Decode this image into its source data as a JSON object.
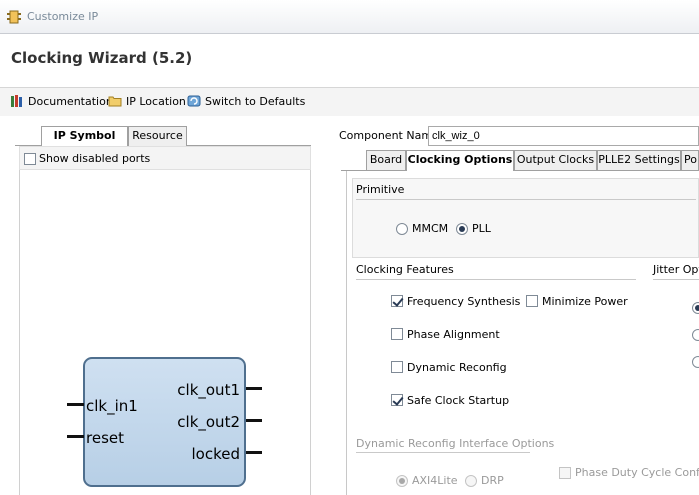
{
  "window": {
    "title": "Customize IP"
  },
  "wizard": {
    "title": "Clocking Wizard (5.2)"
  },
  "toolbar": {
    "documentation": "Documentation",
    "ip_location": "IP Location",
    "switch_defaults": "Switch to Defaults"
  },
  "left": {
    "tabs": [
      "IP Symbol",
      "Resource"
    ],
    "show_disabled_ports": "Show disabled ports",
    "symbol": {
      "inputs": [
        "clk_in1",
        "reset"
      ],
      "outputs": [
        "clk_out1",
        "clk_out2",
        "locked"
      ]
    }
  },
  "right": {
    "component_name_label": "Component Name",
    "component_name_value": "clk_wiz_0",
    "tabs": [
      "Board",
      "Clocking Options",
      "Output Clocks",
      "PLLE2 Settings",
      "Po"
    ],
    "primitive": {
      "title": "Primitive",
      "options": [
        "MMCM",
        "PLL"
      ],
      "selected": "PLL"
    },
    "clocking_features": {
      "title": "Clocking Features",
      "frequency_synthesis": "Frequency Synthesis",
      "minimize_power": "Minimize Power",
      "phase_alignment": "Phase Alignment",
      "dynamic_reconfig": "Dynamic Reconfig",
      "safe_clock_startup": "Safe Clock Startup"
    },
    "jitter_options_title": "Jitter Opti",
    "dynamic_reconfig_interface": {
      "title": "Dynamic Reconfig Interface Options",
      "options": [
        "AXI4Lite",
        "DRP"
      ],
      "selected": "AXI4Lite",
      "phase_duty_cycle": "Phase Duty Cycle Config"
    }
  }
}
